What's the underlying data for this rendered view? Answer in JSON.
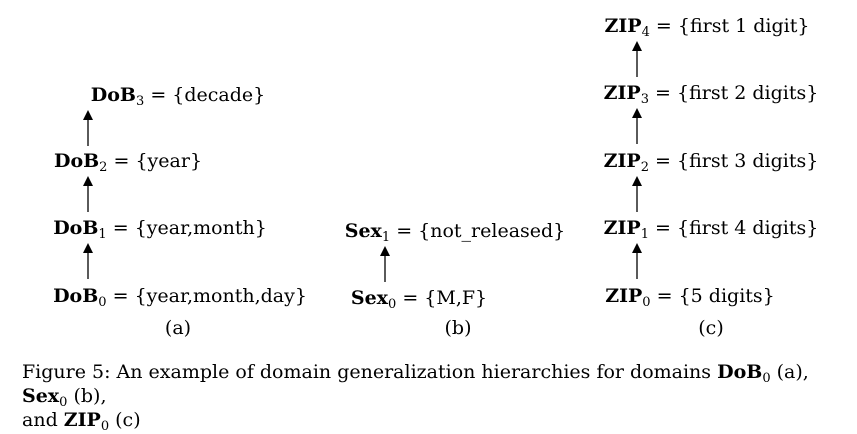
{
  "hierarchies": {
    "dob": {
      "label": "(a)",
      "levels": [
        {
          "name": "DoB",
          "level": "0",
          "value": "= {year,month,day}"
        },
        {
          "name": "DoB",
          "level": "1",
          "value": "= {year,month}"
        },
        {
          "name": "DoB",
          "level": "2",
          "value": "= {year}"
        },
        {
          "name": "DoB",
          "level": "3",
          "value": "= {decade}"
        }
      ]
    },
    "sex": {
      "label": "(b)",
      "levels": [
        {
          "name": "Sex",
          "level": "0",
          "value": "= {M,F}"
        },
        {
          "name": "Sex",
          "level": "1",
          "value": "= {not_released}"
        }
      ]
    },
    "zip": {
      "label": "(c)",
      "levels": [
        {
          "name": "ZIP",
          "level": "0",
          "value": "= {5 digits}"
        },
        {
          "name": "ZIP",
          "level": "1",
          "value": "= {first 4 digits}"
        },
        {
          "name": "ZIP",
          "level": "2",
          "value": "= {first 3 digits}"
        },
        {
          "name": "ZIP",
          "level": "3",
          "value": "= {first 2 digits}"
        },
        {
          "name": "ZIP",
          "level": "4",
          "value": "= {first 1 digit}"
        }
      ]
    }
  },
  "caption": {
    "prefix": "Figure 5: An example of domain generalization hierarchies for domains ",
    "dob_name": "DoB",
    "dob_sub": "0",
    "dob_tag": " (a), ",
    "sex_name": "Sex",
    "sex_sub": "0",
    "sex_tag": " (b),",
    "line2_prefix": "and ",
    "zip_name": "ZIP",
    "zip_sub": "0",
    "zip_tag": " (c)"
  }
}
